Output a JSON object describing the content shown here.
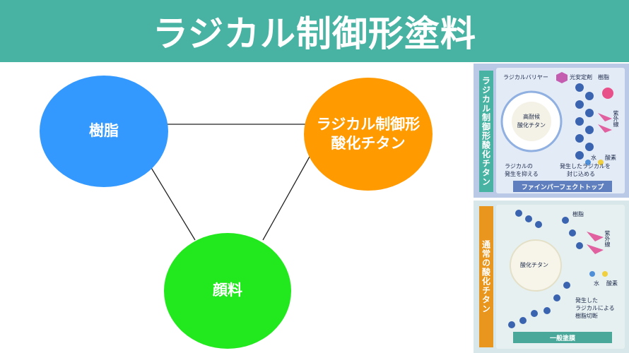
{
  "header": {
    "title": "ラジカル制御形塗料"
  },
  "diagram": {
    "nodes": {
      "resin": "樹脂",
      "radical_line1": "ラジカル制御形",
      "radical_line2": "酸化チタン",
      "pigment": "顔料"
    }
  },
  "illustration_top": {
    "side_label": "ラジカル制御形酸化チタン",
    "caption": "ファインパーフェクトトップ",
    "labels": {
      "barrier": "ラジカルバリヤー",
      "stabilizer": "光安定剤",
      "resin": "樹脂",
      "core1": "高耐候",
      "core2": "酸化チタン",
      "uv": "紫外線",
      "water": "水",
      "oxygen": "酸素",
      "suppress1": "ラジカルの",
      "suppress2": "発生を抑える",
      "seal1": "発生したラジカルを",
      "seal2": "封じ込める"
    }
  },
  "illustration_bottom": {
    "side_label": "通常の酸化チタン",
    "caption": "一般塗膜",
    "labels": {
      "resin": "樹脂",
      "core": "酸化チタン",
      "uv": "紫外線",
      "water": "水",
      "oxygen": "酸素",
      "cut1": "発生した",
      "cut2": "ラジカルによる",
      "cut3": "樹脂切断"
    }
  },
  "colors": {
    "header": "#48b3a3",
    "resin_node": "#3399ff",
    "radical_node": "#ff9a00",
    "pigment_node": "#22e81e"
  }
}
